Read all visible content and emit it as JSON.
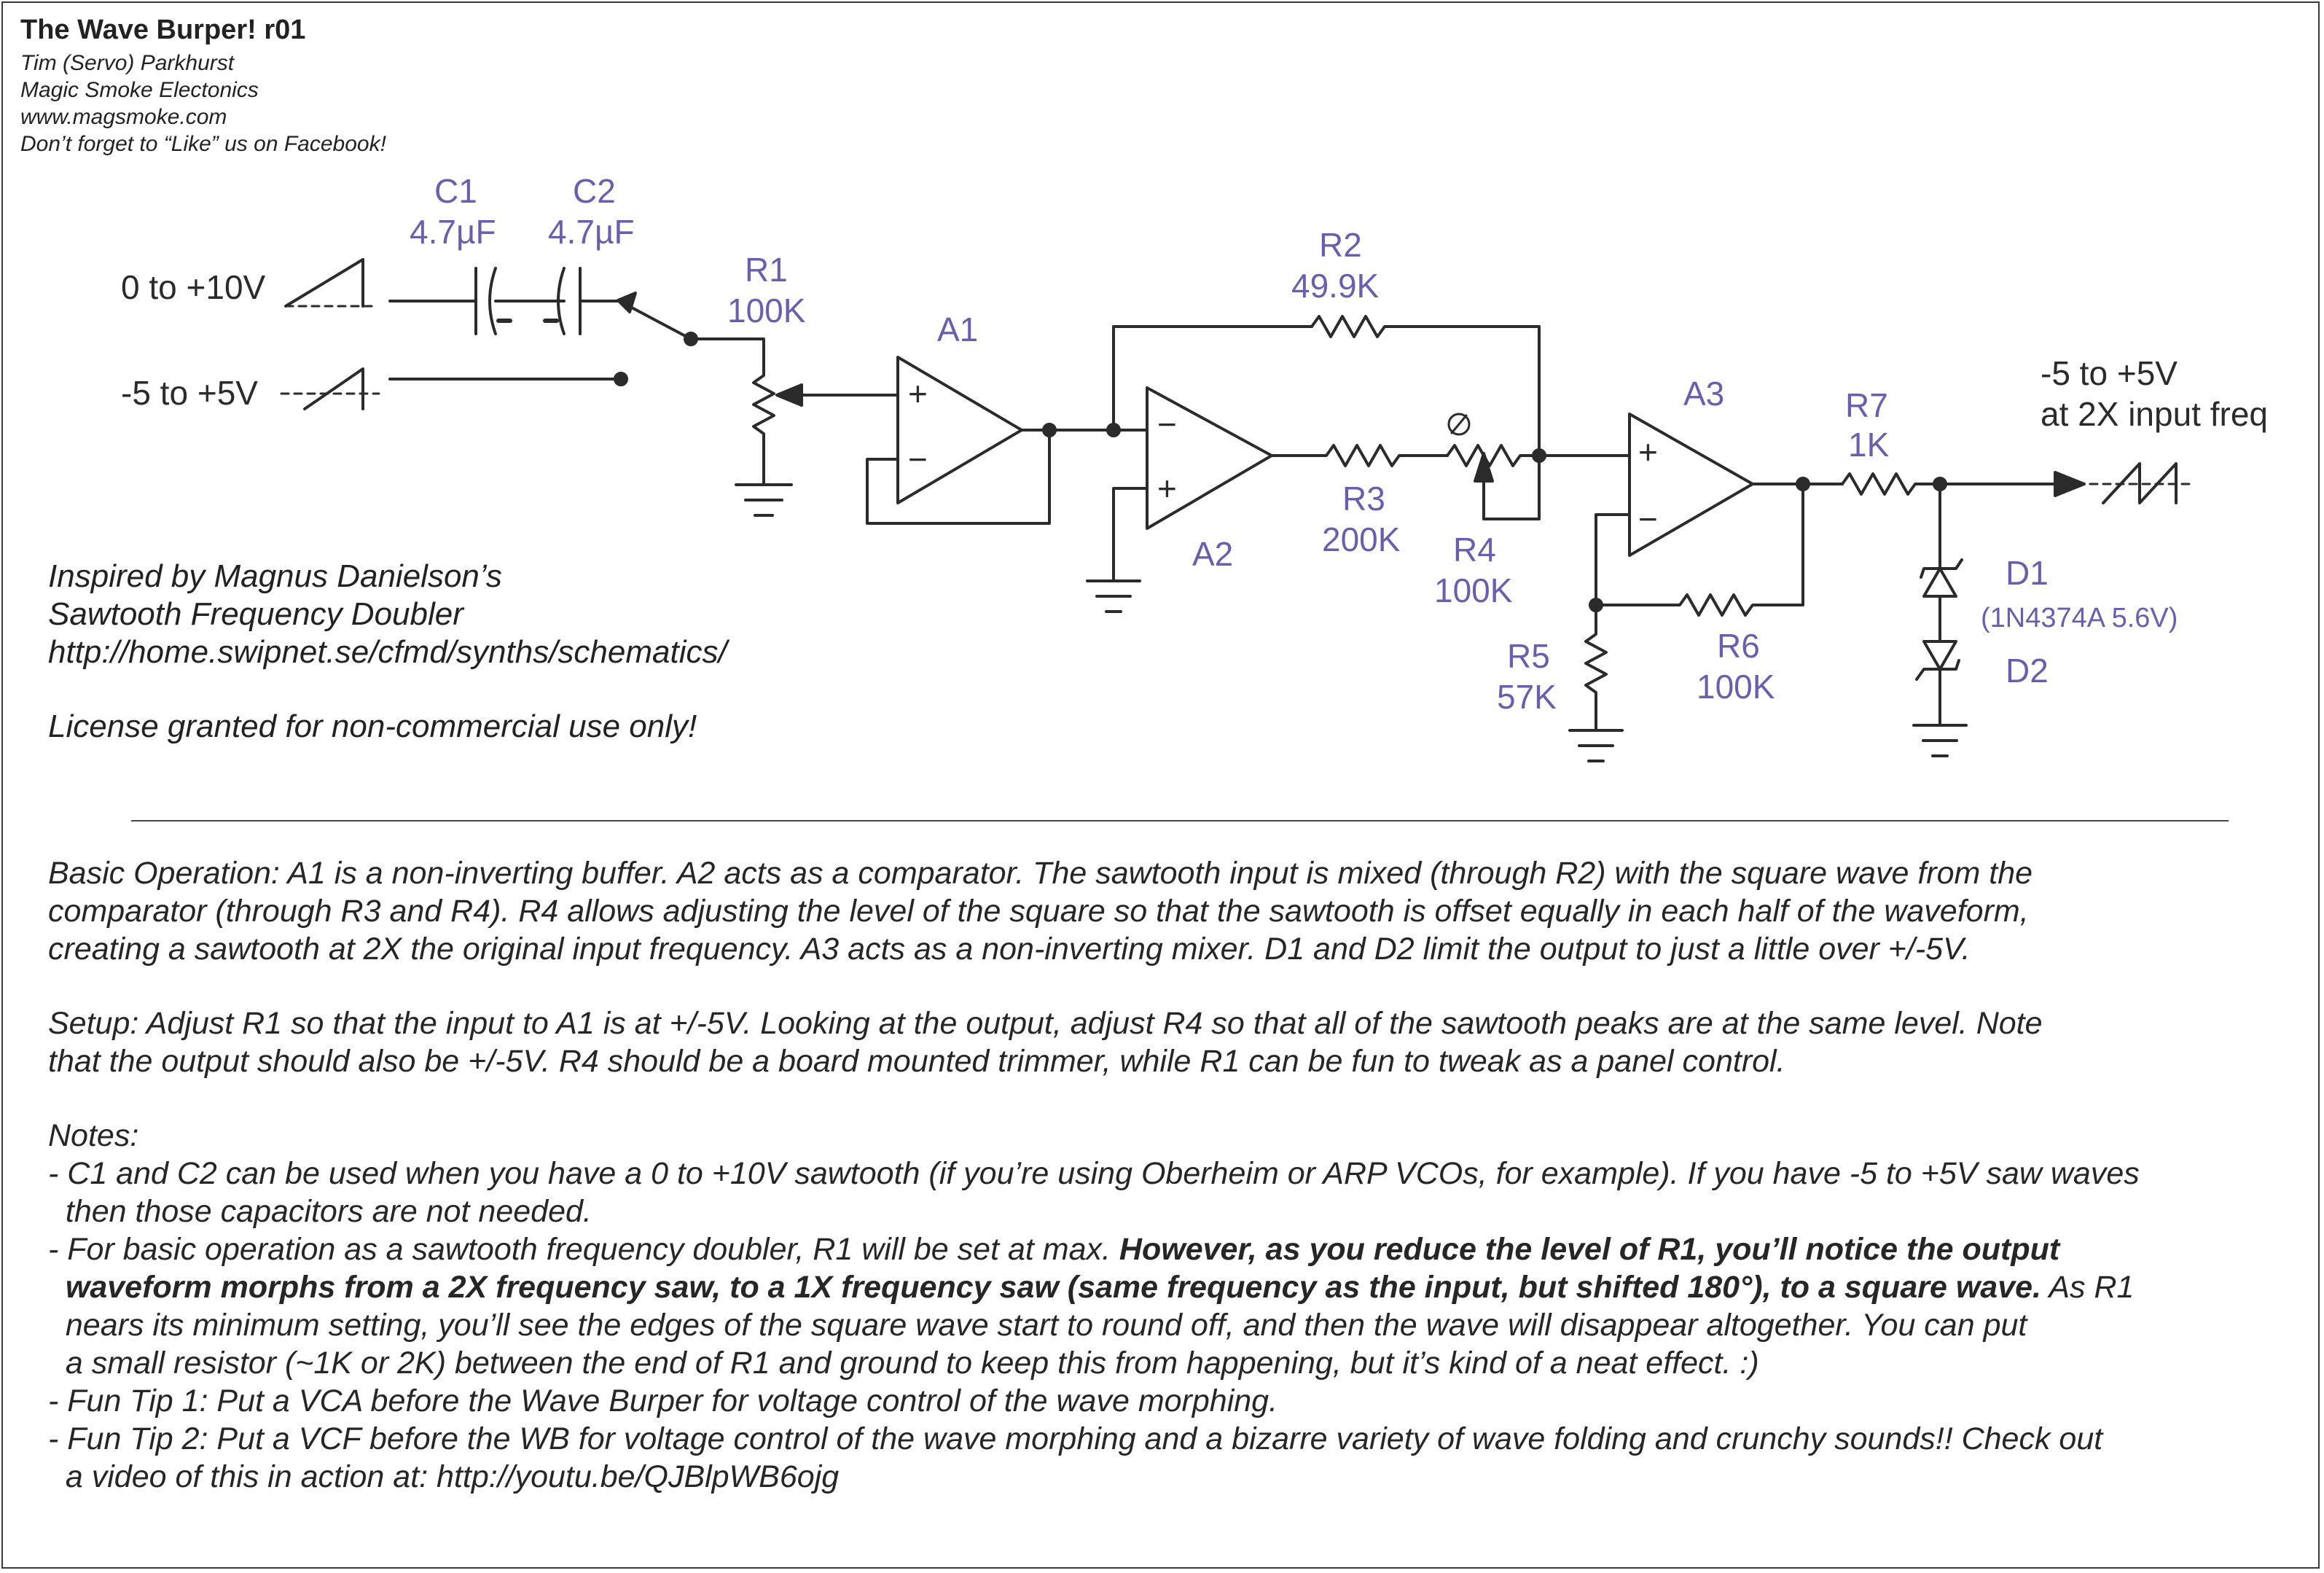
{
  "header": {
    "title": "The Wave Burper! r01",
    "author": "Tim (Servo) Parkhurst",
    "company": "Magic Smoke Electonics",
    "website": "www.magsmoke.com",
    "facebook": "Don’t forget to “Like” us on Facebook!"
  },
  "schematic": {
    "input1": "0 to +10V",
    "input2": "-5 to +5V",
    "c1": {
      "ref": "C1",
      "value": "4.7µF"
    },
    "c2": {
      "ref": "C2",
      "value": "4.7µF"
    },
    "r1": {
      "ref": "R1",
      "value": "100K"
    },
    "a1": "A1",
    "r2": {
      "ref": "R2",
      "value": "49.9K"
    },
    "a2": "A2",
    "r3": {
      "ref": "R3",
      "value": "200K"
    },
    "r4": {
      "ref": "R4",
      "value": "100K"
    },
    "a3": "A3",
    "r5": {
      "ref": "R5",
      "value": "57K"
    },
    "r6": {
      "ref": "R6",
      "value": "100K"
    },
    "r7": {
      "ref": "R7",
      "value": "1K"
    },
    "d1": {
      "ref": "D1",
      "value": "(1N4374A  5.6V)"
    },
    "d2": {
      "ref": "D2"
    },
    "output_line1": "-5 to +5V",
    "output_line2": "at 2X input freq",
    "plus": "+",
    "minus": "−"
  },
  "credits": {
    "line1": "Inspired by Magnus Danielson’s",
    "line2": "Sawtooth Frequency Doubler",
    "line3": "http://home.swipnet.se/cfmd/synths/schematics/",
    "license": "License granted for non-commercial use only!"
  },
  "description": {
    "basic": [
      "Basic Operation: A1 is a non-inverting buffer. A2 acts as a comparator. The sawtooth input is mixed (through R2) with the square wave from the",
      "comparator (through R3 and R4). R4 allows adjusting the level of the square so that the sawtooth is offset equally in each half of the waveform,",
      "creating a sawtooth at 2X the original input frequency. A3 acts as a non-inverting mixer. D1 and D2 limit the output to just a little over +/-5V."
    ],
    "setup": [
      "Setup: Adjust R1 so that the input to A1 is at +/-5V. Looking at the output, adjust R4 so that all of the sawtooth peaks are at the same level. Note",
      "that the output should also be +/-5V. R4 should be a board mounted trimmer, while R1 can be fun to tweak as a panel control."
    ],
    "notes_heading": "Notes:",
    "note1": [
      "- C1 and C2 can be used when you have a 0 to +10V sawtooth (if you’re using Oberheim or ARP VCOs, for example). If you have -5 to +5V saw waves",
      "  then those capacitors are not needed."
    ],
    "note2_a": "- For basic operation as a sawtooth frequency doubler, R1 will be set at max. ",
    "note2_b": "However, as you reduce the level of R1, you’ll notice the output",
    "note2_c": "  waveform morphs from a 2X frequency saw, to a 1X frequency saw (same frequency as the input, but shifted 180°), to a square wave.",
    "note2_d": " As R1",
    "note2_e": "  nears its minimum setting, you’ll see the edges of the square wave start to round off, and then the wave will disappear altogether. You can put",
    "note2_f": "  a small resistor (~1K or 2K) between the end of R1 and ground to keep this from happening, but it’s kind of a neat effect. :)",
    "tip1": "- Fun Tip 1: Put a VCA before the Wave Burper for voltage control of the wave morphing.",
    "tip2": [
      "- Fun Tip 2: Put a VCF before the WB for voltage control of the wave morphing and a bizarre variety of wave folding and crunchy sounds!! Check out",
      "  a video of this in action at: http://youtu.be/QJBlpWB6ojg"
    ]
  }
}
